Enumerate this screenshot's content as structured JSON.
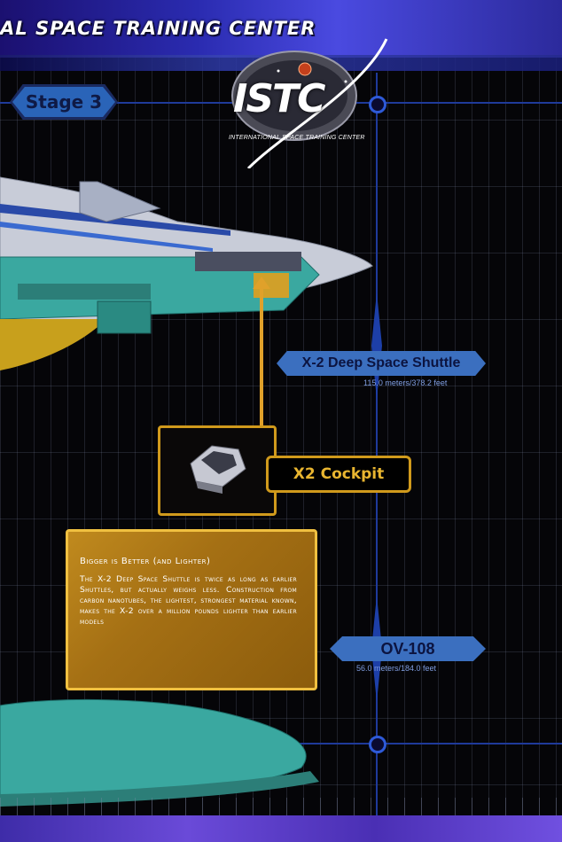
{
  "banner": {
    "title": "AL SPACE TRAINING CENTER"
  },
  "stage": {
    "label": "Stage 3"
  },
  "logo": {
    "acronym": "ISTC",
    "subtitle": "INTERNATIONAL SPACE TRAINING CENTER"
  },
  "shuttle_x2": {
    "name": "X-2 Deep Space Shuttle",
    "length": "115.0 meters/378.2 feet"
  },
  "cockpit": {
    "label": "X2 Cockpit"
  },
  "info": {
    "title": "Bigger is Better (and Lighter)",
    "body": "The X-2 Deep Space Shuttle is twice as long as earlier Shuttles, but actually weighs less.  Construction from carbon nanotubes, the lightest, strongest material known, makes the X-2 over a million pounds lighter than earlier models"
  },
  "ov108": {
    "name": "OV-108",
    "length": "56.0 meters/184.0 feet"
  },
  "colors": {
    "accent_gold": "#d09a1c",
    "accent_blue": "#3b6fbf",
    "banner_blue": "#2a2bb0"
  },
  "icons": [
    "istc-logo",
    "shuttle-illustration",
    "cockpit-thumbnail",
    "ov108-shuttle-illustration"
  ]
}
